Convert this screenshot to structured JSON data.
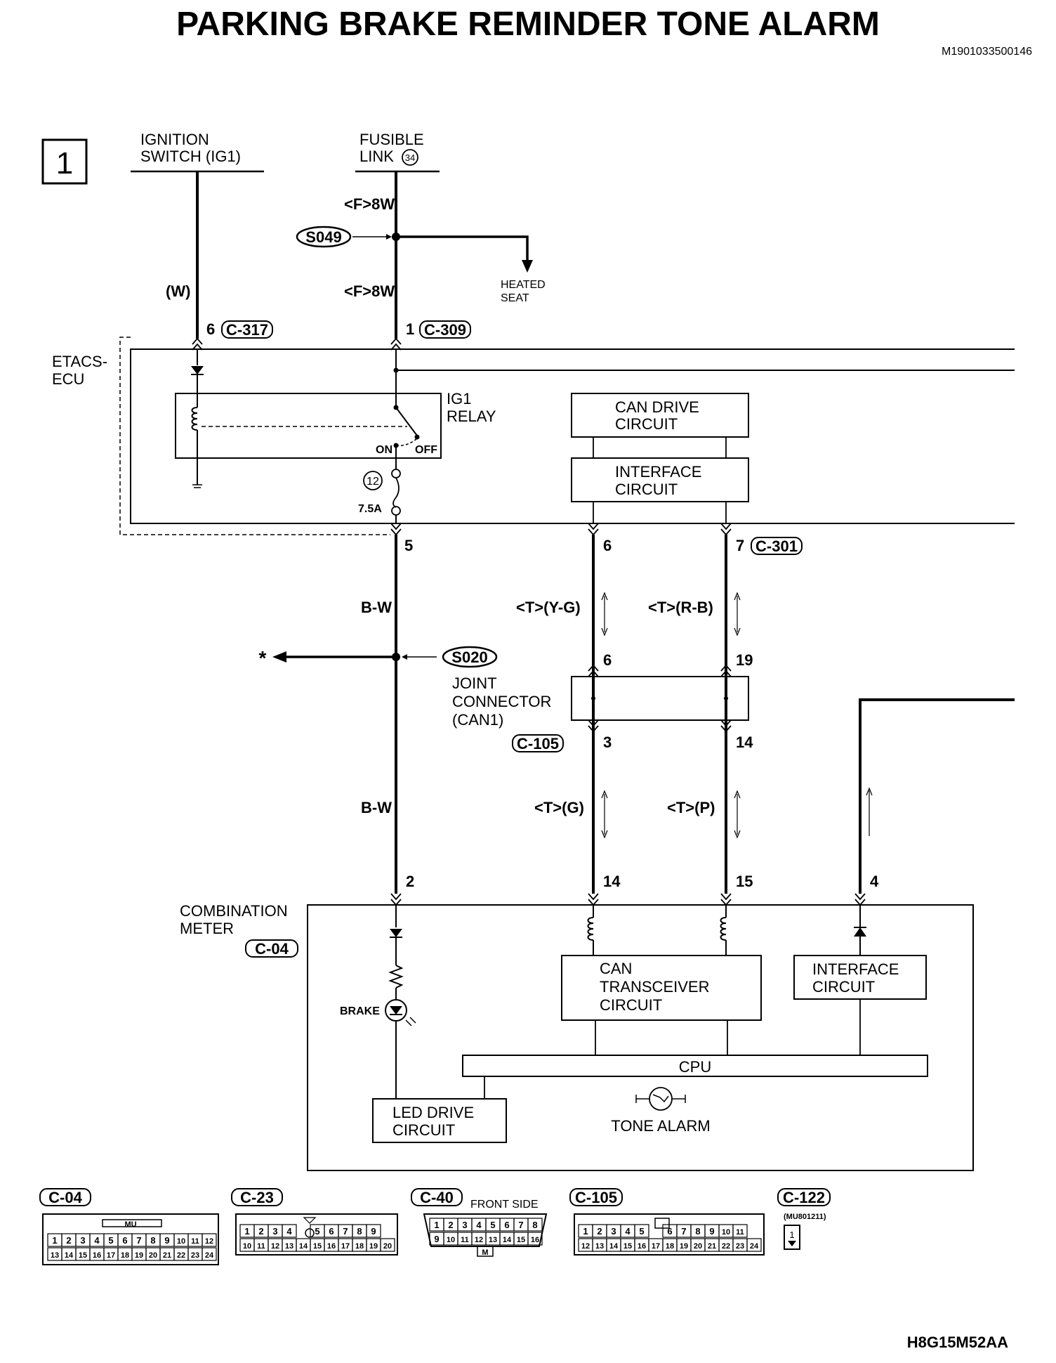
{
  "title": "PARKING BRAKE REMINDER TONE ALARM",
  "doc_code": "M1901033500146",
  "figure_code": "H8G15M52AA",
  "page_number": "1",
  "sources": {
    "ignition_switch": [
      "IGNITION",
      "SWITCH (IG1)"
    ],
    "fusible_link": [
      "FUSIBLE",
      "LINK"
    ],
    "fusible_link_no": "34"
  },
  "wires": {
    "f8w_upper": "<F>8W",
    "f8w_lower": "<F>8W",
    "w": "(W)",
    "bw_upper": "B-W",
    "bw_lower": "B-W",
    "t_yg": "<T>(Y-G)",
    "t_rb": "<T>(R-B)",
    "t_g": "<T>(G)",
    "t_p": "<T>(P)"
  },
  "splices": {
    "s049": "S049",
    "s020": "S020"
  },
  "heated_seat": [
    "HEATED",
    "SEAT"
  ],
  "etacs": {
    "label": [
      "ETACS-",
      "ECU"
    ],
    "relay": [
      "IG1",
      "RELAY"
    ],
    "on": "ON",
    "off": "OFF",
    "fuse_no": "12",
    "fuse_amp": "7.5A",
    "can_drive": [
      "CAN DRIVE",
      "CIRCUIT"
    ],
    "interface": [
      "INTERFACE",
      "CIRCUIT"
    ]
  },
  "pins": {
    "p6_c317": "6",
    "p1_c309": "1",
    "p5": "5",
    "p6_top": "6",
    "p7": "7",
    "p6_jc": "6",
    "p19": "19",
    "p3": "3",
    "p14_jc": "14",
    "p2": "2",
    "p14_cm": "14",
    "p15": "15",
    "p4": "4"
  },
  "connectors": {
    "c317": "C-317",
    "c309": "C-309",
    "c301": "C-301",
    "c105": "C-105",
    "c04": "C-04"
  },
  "joint_connector": [
    "JOINT",
    "CONNECTOR",
    "(CAN1)"
  ],
  "arrow_star": "*",
  "combination_meter": {
    "label": [
      "COMBINATION",
      "METER"
    ],
    "brake": "BRAKE",
    "can_transceiver": [
      "CAN",
      "TRANSCEIVER",
      "CIRCUIT"
    ],
    "interface": [
      "INTERFACE",
      "CIRCUIT"
    ],
    "cpu": "CPU",
    "led_drive": [
      "LED DRIVE",
      "CIRCUIT"
    ],
    "tone_alarm": "TONE ALARM"
  },
  "connector_views": {
    "c04": {
      "name": "C-04",
      "row1": [
        "1",
        "2",
        "3",
        "4",
        "5",
        "6",
        "7",
        "8",
        "9",
        "10",
        "11",
        "12"
      ],
      "row2": [
        "13",
        "14",
        "15",
        "16",
        "17",
        "18",
        "19",
        "20",
        "21",
        "22",
        "23",
        "24"
      ],
      "tag": "MU"
    },
    "c23": {
      "name": "C-23",
      "row1": [
        "1",
        "2",
        "3",
        "4",
        "",
        "5",
        "6",
        "7",
        "8",
        "9"
      ],
      "row2": [
        "10",
        "11",
        "12",
        "13",
        "14",
        "15",
        "16",
        "17",
        "18",
        "19",
        "20"
      ]
    },
    "c40": {
      "name": "C-40",
      "note": "FRONT SIDE",
      "row1": [
        "1",
        "2",
        "3",
        "4",
        "5",
        "6",
        "7",
        "8"
      ],
      "row2": [
        "9",
        "10",
        "11",
        "12",
        "13",
        "14",
        "15",
        "16"
      ],
      "tag": "M"
    },
    "c105": {
      "name": "C-105",
      "row1": [
        "1",
        "2",
        "3",
        "4",
        "5",
        "",
        "6",
        "7",
        "8",
        "9",
        "10",
        "11"
      ],
      "row2": [
        "12",
        "13",
        "14",
        "15",
        "16",
        "17",
        "18",
        "19",
        "20",
        "21",
        "22",
        "23",
        "24"
      ]
    },
    "c122": {
      "name": "C-122",
      "part": "(MU801211)",
      "pin": "1"
    }
  }
}
